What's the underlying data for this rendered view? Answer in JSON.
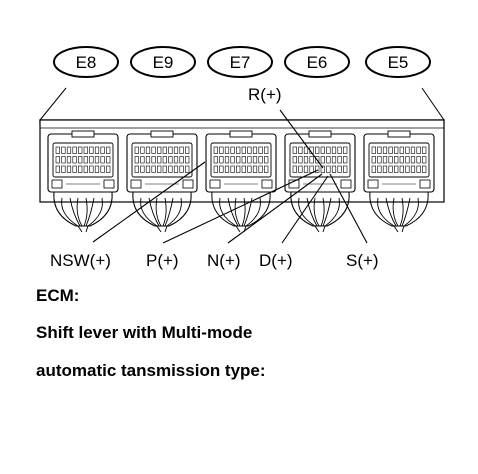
{
  "connectors": [
    {
      "id": "e8",
      "label": "E8"
    },
    {
      "id": "e9",
      "label": "E9"
    },
    {
      "id": "e7",
      "label": "E7"
    },
    {
      "id": "e6",
      "label": "E6"
    },
    {
      "id": "e5",
      "label": "E5"
    }
  ],
  "pins": {
    "r": "R(+)",
    "nsw": "NSW(+)",
    "p": "P(+)",
    "n": "N(+)",
    "d": "D(+)",
    "s": "S(+)"
  },
  "caption": [
    "ECM:",
    "Shift lever with Multi-mode",
    "automatic tansmission type:"
  ]
}
